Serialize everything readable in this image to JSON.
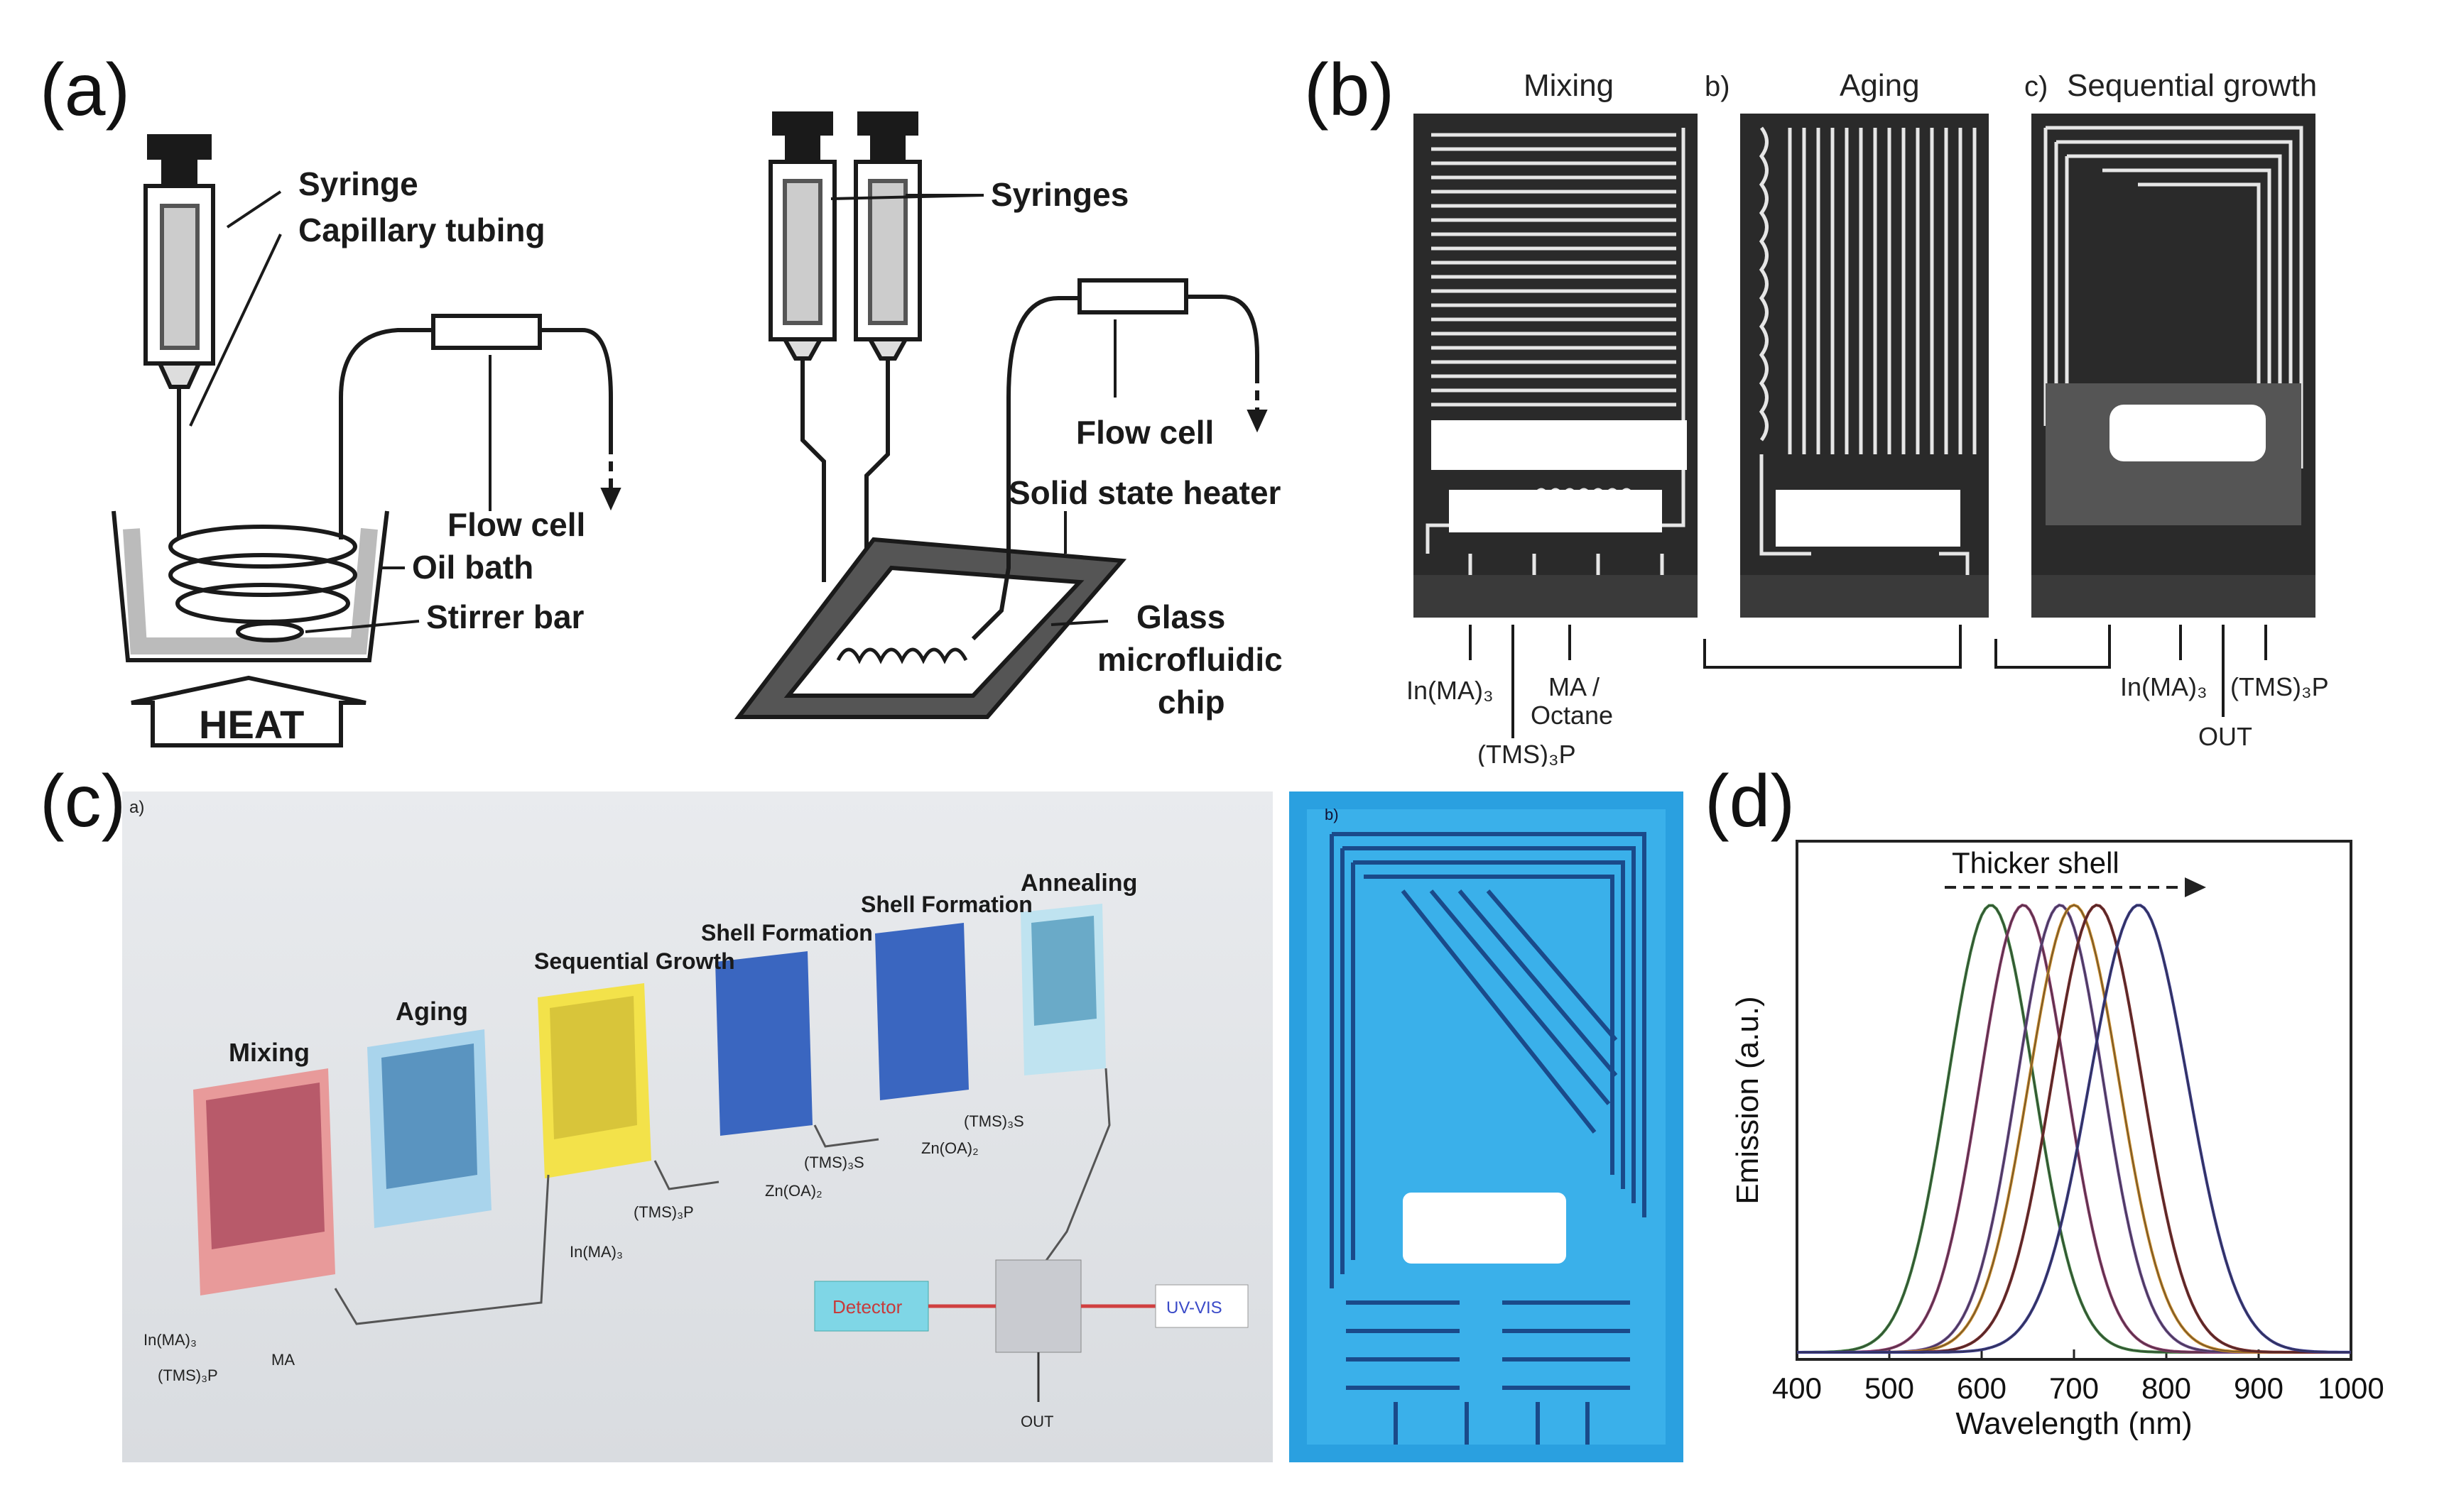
{
  "panels": {
    "a": {
      "label": "(a)",
      "left": {
        "syringe": "Syringe",
        "capillary": "Capillary tubing",
        "flow_cell": "Flow cell",
        "oil_bath": "Oil bath",
        "stirrer": "Stirrer bar",
        "heat": "HEAT"
      },
      "right": {
        "syringes": "Syringes",
        "flow_cell": "Flow cell",
        "heater": "Solid state heater",
        "chip_line1": "Glass",
        "chip_line2": "microfluidic",
        "chip_line3": "chip"
      }
    },
    "b": {
      "label": "(b)",
      "chip1_title": "Mixing",
      "chip2_prefix": "b)",
      "chip2_title": "Aging",
      "chip3_prefix": "c)",
      "chip3_title": "Sequential growth",
      "inputs": {
        "in_ma": "In(MA)₃",
        "ma_octane_1": "MA /",
        "ma_octane_2": "Octane",
        "tms": "(TMS)₃P",
        "in_ma_2": "In(MA)₃",
        "tms_2": "(TMS)₃P",
        "out": "OUT"
      }
    },
    "c": {
      "label": "(c)",
      "sub_a": "a)",
      "sub_b": "b)",
      "chips": [
        "Mixing",
        "Aging",
        "Sequential Growth",
        "Shell Formation",
        "Shell Formation",
        "Annealing"
      ],
      "inputs": {
        "in_ma": "In(MA)₃",
        "tms_p": "(TMS)₃P",
        "ma": "MA",
        "in_ma_2": "In(MA)₃",
        "tms_p_2": "(TMS)₃P",
        "zn_oa": "Zn(OA)₂",
        "tms_s": "(TMS)₃S",
        "zn_oa_2": "Zn(OA)₂",
        "tms_s_2": "(TMS)₃S",
        "out": "OUT"
      },
      "detector": "Detector",
      "uvvis": "UV-VIS"
    },
    "d": {
      "label": "(d)",
      "colors": {
        "line": "#2b2b2b",
        "s1": "#3d7a3d",
        "s2": "#8a3b6a",
        "s3": "#6a4a8a",
        "s4": "#c98a2a",
        "s5": "#7a2a2a",
        "s6": "#3a3a8a"
      }
    }
  },
  "chart_data": {
    "type": "line",
    "title": "",
    "annotation": "Thicker shell",
    "xlabel": "Wavelength (nm)",
    "ylabel": "Emission (a.u.)",
    "xlim": [
      400,
      1000
    ],
    "xticks": [
      "400",
      "500",
      "600",
      "700",
      "800",
      "900",
      "1000"
    ],
    "grid": false,
    "series": [
      {
        "peak": 610,
        "fwhm": 110,
        "height": 1.0,
        "color": "#3d7a3d"
      },
      {
        "peak": 645,
        "fwhm": 110,
        "height": 1.0,
        "color": "#8a3b6a"
      },
      {
        "peak": 685,
        "fwhm": 110,
        "height": 1.0,
        "color": "#6a4a8a"
      },
      {
        "peak": 700,
        "fwhm": 115,
        "height": 1.0,
        "color": "#c98a2a"
      },
      {
        "peak": 725,
        "fwhm": 115,
        "height": 1.0,
        "color": "#7a2a2a"
      },
      {
        "peak": 770,
        "fwhm": 125,
        "height": 1.0,
        "color": "#3a3a8a"
      }
    ]
  }
}
